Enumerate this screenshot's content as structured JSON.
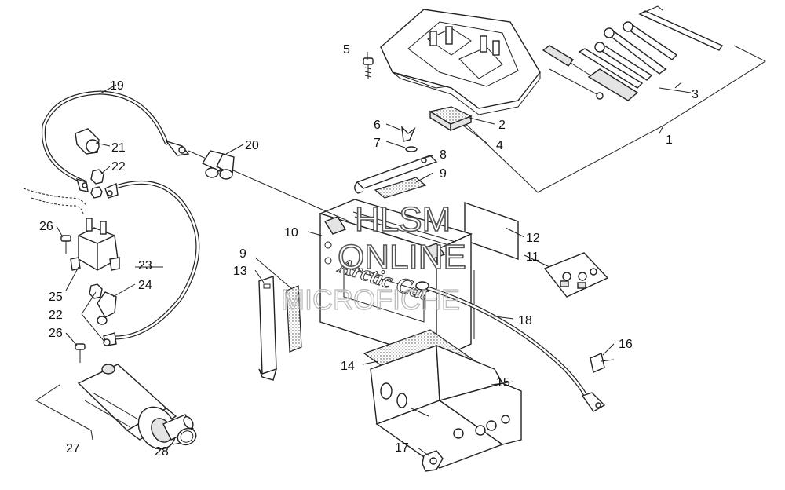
{
  "watermark": {
    "line1": "HLSM",
    "line2": "ONLINE",
    "line3": "MICROFICHE"
  },
  "battery_brand": "Arctic Cat",
  "callouts": [
    {
      "id": "c1",
      "text": "1"
    },
    {
      "id": "c2",
      "text": "2"
    },
    {
      "id": "c3",
      "text": "3"
    },
    {
      "id": "c4",
      "text": "4"
    },
    {
      "id": "c5",
      "text": "5"
    },
    {
      "id": "c6",
      "text": "6"
    },
    {
      "id": "c7",
      "text": "7"
    },
    {
      "id": "c8",
      "text": "8"
    },
    {
      "id": "c9a",
      "text": "9"
    },
    {
      "id": "c9b",
      "text": "9"
    },
    {
      "id": "c10",
      "text": "10"
    },
    {
      "id": "c11",
      "text": "11"
    },
    {
      "id": "c12",
      "text": "12"
    },
    {
      "id": "c13",
      "text": "13"
    },
    {
      "id": "c14",
      "text": "14"
    },
    {
      "id": "c15",
      "text": "15"
    },
    {
      "id": "c16",
      "text": "16"
    },
    {
      "id": "c17",
      "text": "17"
    },
    {
      "id": "c18",
      "text": "18"
    },
    {
      "id": "c19",
      "text": "19"
    },
    {
      "id": "c20",
      "text": "20"
    },
    {
      "id": "c21",
      "text": "21"
    },
    {
      "id": "c22a",
      "text": "22"
    },
    {
      "id": "c22b",
      "text": "22"
    },
    {
      "id": "c23",
      "text": "23"
    },
    {
      "id": "c24",
      "text": "24"
    },
    {
      "id": "c25",
      "text": "25"
    },
    {
      "id": "c26a",
      "text": "26"
    },
    {
      "id": "c26b",
      "text": "26"
    },
    {
      "id": "c27",
      "text": "27"
    },
    {
      "id": "c28",
      "text": "28"
    }
  ]
}
